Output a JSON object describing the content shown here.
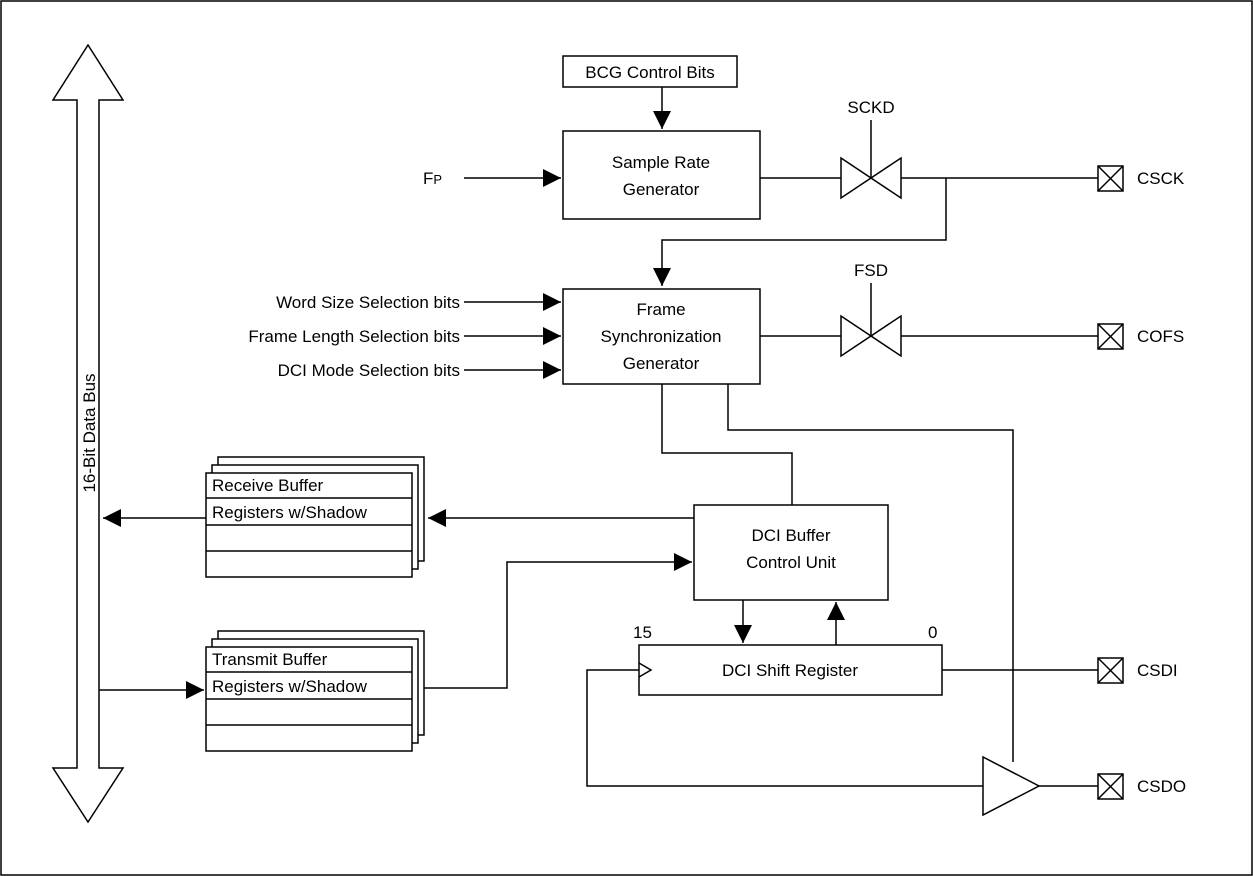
{
  "blocks": {
    "bcg": "BCG Control Bits",
    "sample_rate": [
      "Sample Rate",
      "Generator"
    ],
    "frame_sync": [
      "Frame",
      "Synchronization",
      "Generator"
    ],
    "dci_buffer": [
      "DCI Buffer",
      "Control Unit"
    ],
    "shift_register": "DCI Shift Register"
  },
  "inputs": {
    "fp_main": "F",
    "fp_sub": "P",
    "word_size": "Word Size Selection bits",
    "frame_length": "Frame Length Selection bits",
    "dci_mode": "DCI Mode Selection bits"
  },
  "switches": {
    "sckd": "SCKD",
    "fsd": "FSD"
  },
  "pins": {
    "csck": "CSCK",
    "cofs": "COFS",
    "csdi": "CSDI",
    "csdo": "CSDO"
  },
  "buffers": {
    "receive": [
      "Receive Buffer",
      "Registers w/Shadow"
    ],
    "transmit": [
      "Transmit Buffer",
      "Registers w/Shadow"
    ]
  },
  "bus_label": "16-Bit Data Bus",
  "bit_labels": {
    "msb": "15",
    "lsb": "0"
  }
}
